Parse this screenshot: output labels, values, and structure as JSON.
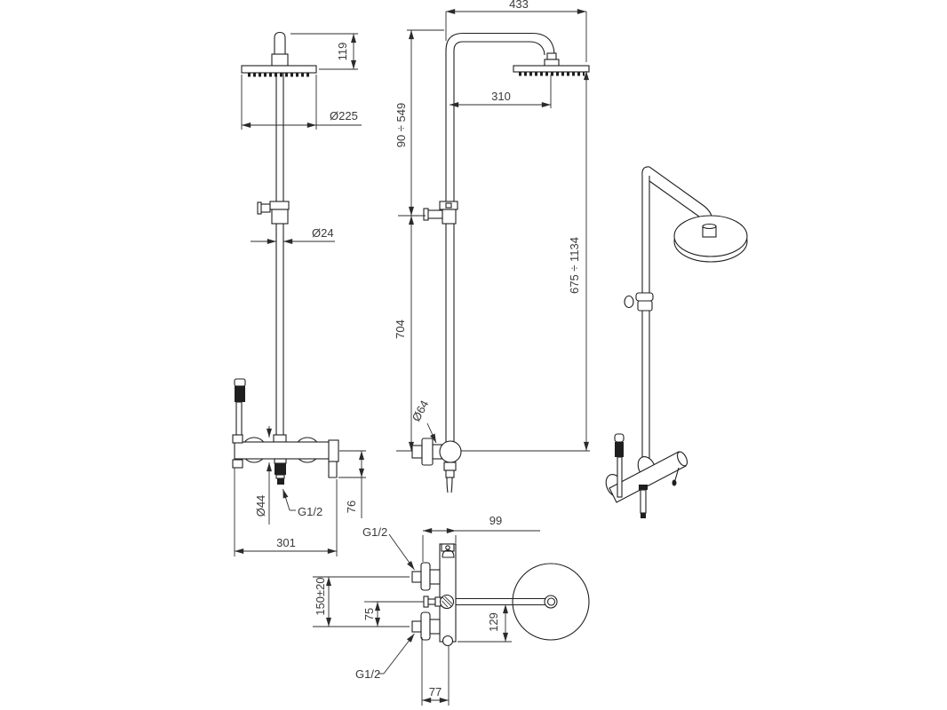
{
  "drawing": {
    "line_color": "#1f1f1f",
    "text_color": "#3a3a3a",
    "background": "#ffffff",
    "front_view": {
      "arm_height": "119",
      "head_diameter": "Ø225",
      "column_diameter": "Ø24",
      "knob_diameter": "Ø44",
      "outlet_thread": "G1/2",
      "spout_drop": "76",
      "body_width": "301"
    },
    "side_view": {
      "arm_reach": "433",
      "head_offset": "310",
      "slider_range": "90 ÷ 549",
      "lower_column": "704",
      "overall_height": "675 ÷ 1134",
      "flange_diameter": "Ø64"
    },
    "top_view": {
      "depth": "99",
      "upper_inlet_thread": "G1/2",
      "inlet_spacing": "150±20",
      "inlet_offset": "75",
      "head_clearance": "129",
      "lower_inlet_thread": "G1/2",
      "wall_distance": "77"
    }
  }
}
